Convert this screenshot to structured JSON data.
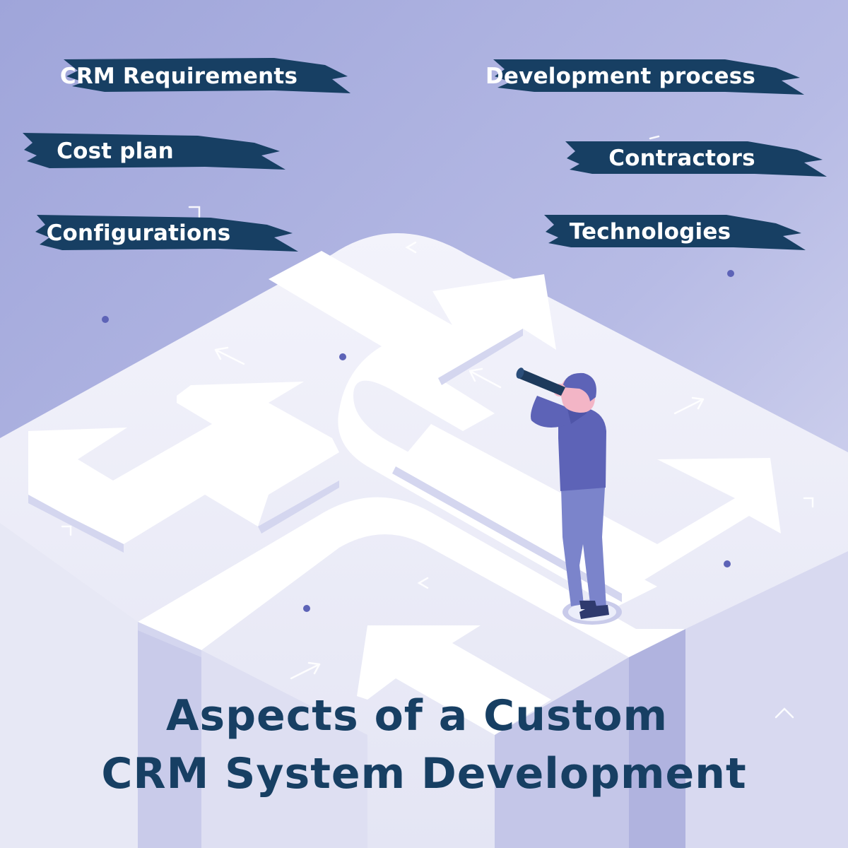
{
  "colors": {
    "background_top": "#a4a9dc",
    "background_bottom": "#e8e9f6",
    "platform": "#eeeff8",
    "arrow": "#ffffff",
    "brush_tag": "#173f63",
    "tag_text": "#ffffff",
    "title": "#173f63",
    "person_clothes": "#5d63b7"
  },
  "tags": [
    {
      "label": "CRM Requirements"
    },
    {
      "label": "Development process"
    },
    {
      "label": "Cost plan"
    },
    {
      "label": "Contractors"
    },
    {
      "label": "Configurations"
    },
    {
      "label": "Technologies"
    }
  ],
  "title": {
    "line1": "Aspects of a Custom",
    "line2": "CRM System Development"
  },
  "illustration": {
    "figure": "person-with-spyglass-icon",
    "paths": "branching-arrows-icon"
  }
}
